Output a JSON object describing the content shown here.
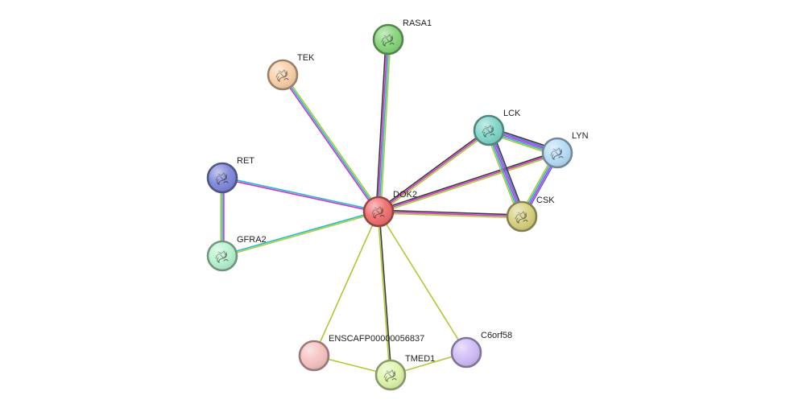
{
  "diagram": {
    "type": "protein-interaction-network",
    "nodes": [
      {
        "id": "DOK2",
        "label": "DOK2",
        "color": "#f06e6e",
        "has_structure": true
      },
      {
        "id": "RASA1",
        "label": "RASA1",
        "color": "#86d57a",
        "has_structure": true
      },
      {
        "id": "TEK",
        "label": "TEK",
        "color": "#f8cfa6",
        "has_structure": true
      },
      {
        "id": "RET",
        "label": "RET",
        "color": "#7f87d8",
        "has_structure": true
      },
      {
        "id": "GFRA2",
        "label": "GFRA2",
        "color": "#b6f2ce",
        "has_structure": true
      },
      {
        "id": "LCK",
        "label": "LCK",
        "color": "#7fd6c8",
        "has_structure": true
      },
      {
        "id": "LYN",
        "label": "LYN",
        "color": "#b6dcf7",
        "has_structure": true
      },
      {
        "id": "CSK",
        "label": "CSK",
        "color": "#d6d07e",
        "has_structure": true
      },
      {
        "id": "ENSCAFP00000056837",
        "label": "ENSCAFP00000056837",
        "color": "#f6c1c1",
        "has_structure": false
      },
      {
        "id": "TMED1",
        "label": "TMED1",
        "color": "#def5aa",
        "has_structure": true
      },
      {
        "id": "C6orf58",
        "label": "C6orf58",
        "color": "#cfbcf6",
        "has_structure": false
      }
    ],
    "edges": [
      {
        "source": "DOK2",
        "target": "RASA1",
        "colors": [
          "#3a3a3a",
          "#cc33cc",
          "#22bbcc",
          "#aacc33"
        ]
      },
      {
        "source": "DOK2",
        "target": "TEK",
        "colors": [
          "#cc33cc",
          "#22bbcc",
          "#aacc33"
        ]
      },
      {
        "source": "DOK2",
        "target": "RET",
        "colors": [
          "#cc33cc",
          "#22bbcc"
        ]
      },
      {
        "source": "DOK2",
        "target": "GFRA2",
        "colors": [
          "#aacc33",
          "#22bbcc"
        ]
      },
      {
        "source": "RET",
        "target": "GFRA2",
        "colors": [
          "#cc33cc",
          "#22bbcc",
          "#aacc33"
        ]
      },
      {
        "source": "DOK2",
        "target": "LCK",
        "colors": [
          "#3a3a3a",
          "#cc33cc",
          "#aacc33"
        ]
      },
      {
        "source": "DOK2",
        "target": "LYN",
        "colors": [
          "#3a3a3a",
          "#cc33cc",
          "#aacc33"
        ]
      },
      {
        "source": "DOK2",
        "target": "CSK",
        "colors": [
          "#3a3a3a",
          "#cc33cc",
          "#aacc33"
        ]
      },
      {
        "source": "LCK",
        "target": "LYN",
        "colors": [
          "#3a3a3a",
          "#5566ee",
          "#cc33cc",
          "#22bbcc",
          "#aacc33"
        ]
      },
      {
        "source": "LCK",
        "target": "CSK",
        "colors": [
          "#3a3a3a",
          "#5566ee",
          "#cc33cc",
          "#22bbcc",
          "#aacc33"
        ]
      },
      {
        "source": "LYN",
        "target": "CSK",
        "colors": [
          "#5566ee",
          "#cc33cc",
          "#22bbcc",
          "#aacc33"
        ]
      },
      {
        "source": "DOK2",
        "target": "ENSCAFP00000056837",
        "colors": [
          "#aacc33"
        ]
      },
      {
        "source": "DOK2",
        "target": "TMED1",
        "colors": [
          "#3a3a3a",
          "#aacc33"
        ]
      },
      {
        "source": "DOK2",
        "target": "C6orf58",
        "colors": [
          "#aacc33"
        ]
      },
      {
        "source": "ENSCAFP00000056837",
        "target": "TMED1",
        "colors": [
          "#aacc33"
        ]
      },
      {
        "source": "TMED1",
        "target": "C6orf58",
        "colors": [
          "#aacc33"
        ]
      }
    ]
  }
}
